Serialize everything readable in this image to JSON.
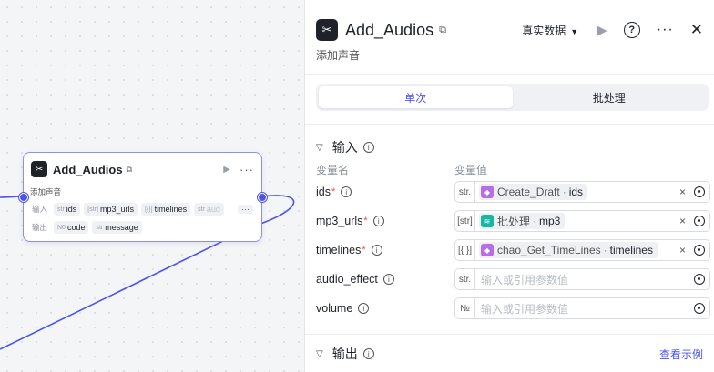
{
  "node": {
    "title": "Add_Audios",
    "badge_icon": "template-icon",
    "description": "添加声音",
    "input_label": "输入",
    "output_label": "输出",
    "inputs": [
      {
        "type": "str",
        "name": "ids"
      },
      {
        "type": "[str]",
        "name": "mp3_urls"
      },
      {
        "type": "[{}]",
        "name": "timelines"
      },
      {
        "type": "str",
        "name": "aud"
      }
    ],
    "inputs_more": "···",
    "outputs": [
      {
        "type": "N0",
        "name": "code"
      },
      {
        "type": "str",
        "name": "message"
      }
    ]
  },
  "panel": {
    "title": "Add_Audios",
    "description": "添加声音",
    "mode_label": "真实数据",
    "tabs": [
      "单次",
      "批处理"
    ],
    "active_tab": 0,
    "input_section": "输入",
    "output_section": "输出",
    "output_link": "查看示例",
    "col_name": "变量名",
    "col_value": "变量值",
    "params": [
      {
        "name": "ids",
        "required": true,
        "type": "str.",
        "ref_node": "Create_Draft",
        "ref_key": "ids",
        "ref_color": "#b56ee8"
      },
      {
        "name": "mp3_urls",
        "required": true,
        "type": "[str]",
        "ref_node": "批处理",
        "ref_key": "mp3",
        "ref_color": "#16b8a4"
      },
      {
        "name": "timelines",
        "required": true,
        "type": "[{ }]",
        "ref_node": "chao_Get_TimeLines",
        "ref_key": "timelines",
        "ref_color": "#b56ee8"
      },
      {
        "name": "audio_effect",
        "required": false,
        "type": "str.",
        "placeholder": "输入或引用参数值"
      },
      {
        "name": "volume",
        "required": false,
        "type": "№",
        "placeholder": "输入或引用参数值"
      }
    ]
  },
  "colors": {
    "accent": "#4d53e8",
    "node_border": "#8b8fe8",
    "required": "#f04848"
  }
}
